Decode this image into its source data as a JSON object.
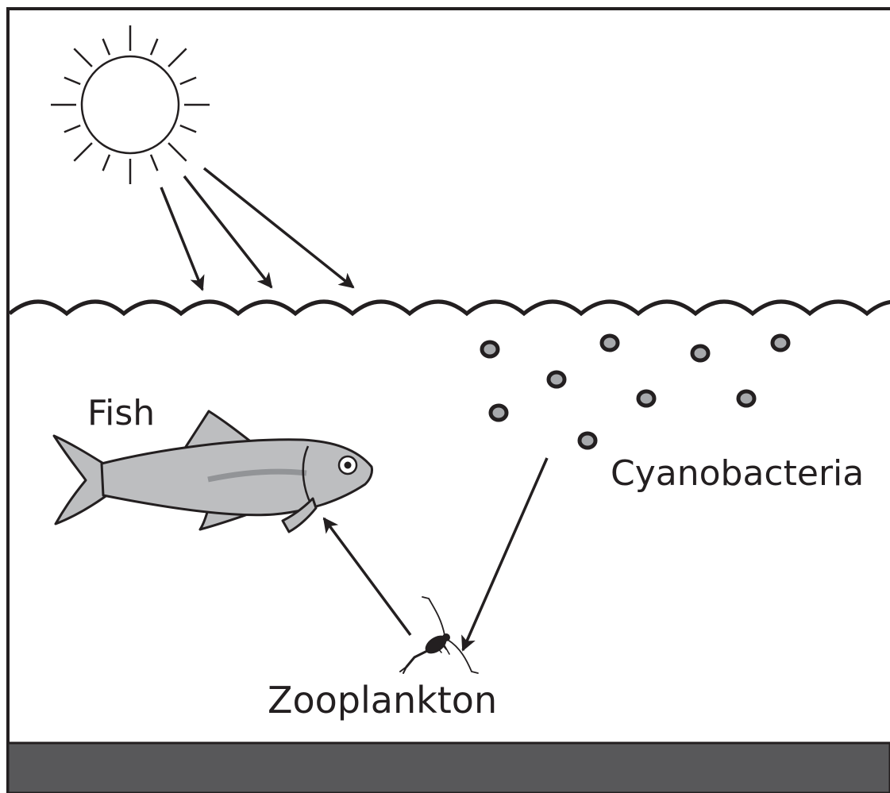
{
  "labels": {
    "fish": "Fish",
    "cyanobacteria": "Cyanobacteria",
    "zooplankton": "Zooplankton"
  },
  "colors": {
    "ink": "#231f20",
    "sediment": "#58585a",
    "fish_body": "#bdbec0",
    "fish_dark": "#929497",
    "cell_fill": "#a7a9ac"
  },
  "icons": {
    "sun": "sun-icon",
    "fish": "fish-icon",
    "zooplankton": "zooplankton-icon",
    "cyanobacteria": "cyanobacteria-cell-icon"
  }
}
